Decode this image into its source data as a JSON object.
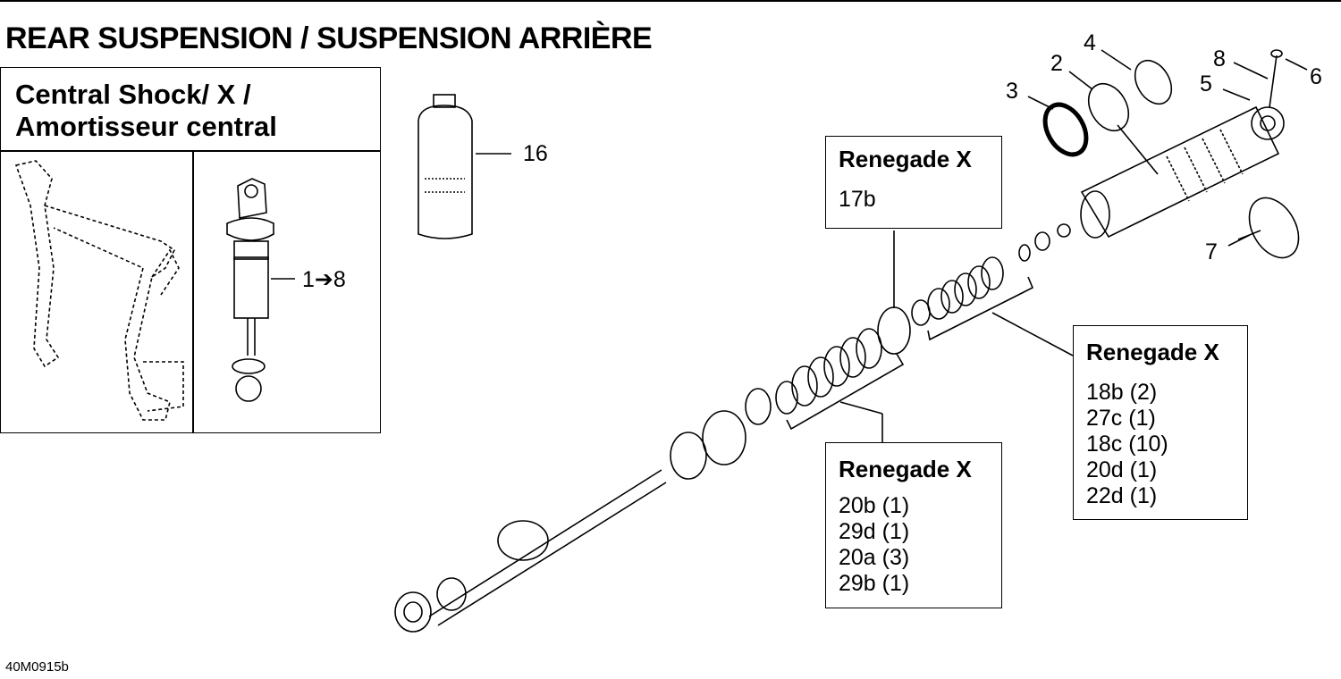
{
  "title": "REAR SUSPENSION / SUSPENSION ARRIÈRE",
  "inset": {
    "title_line1": "Central Shock/ X /",
    "title_line2": "Amortisseur central",
    "shock_callout": "1➔8"
  },
  "callouts": {
    "c16": "16",
    "c1": "2",
    "c3": "3",
    "c4": "4",
    "c5": "5",
    "c6": "6",
    "c7": "7",
    "c8": "8"
  },
  "boxes": {
    "box17": {
      "heading": "Renegade X",
      "lines": [
        "17b"
      ]
    },
    "box18": {
      "heading": "Renegade X",
      "lines": [
        "18b (2)",
        "27c (1)",
        "18c (10)",
        "20d (1)",
        "22d (1)"
      ]
    },
    "box20": {
      "heading": "Renegade X",
      "lines": [
        "20b (1)",
        "29d (1)",
        "20a (3)",
        "29b (1)"
      ]
    }
  },
  "figure_code": "40M0915b"
}
